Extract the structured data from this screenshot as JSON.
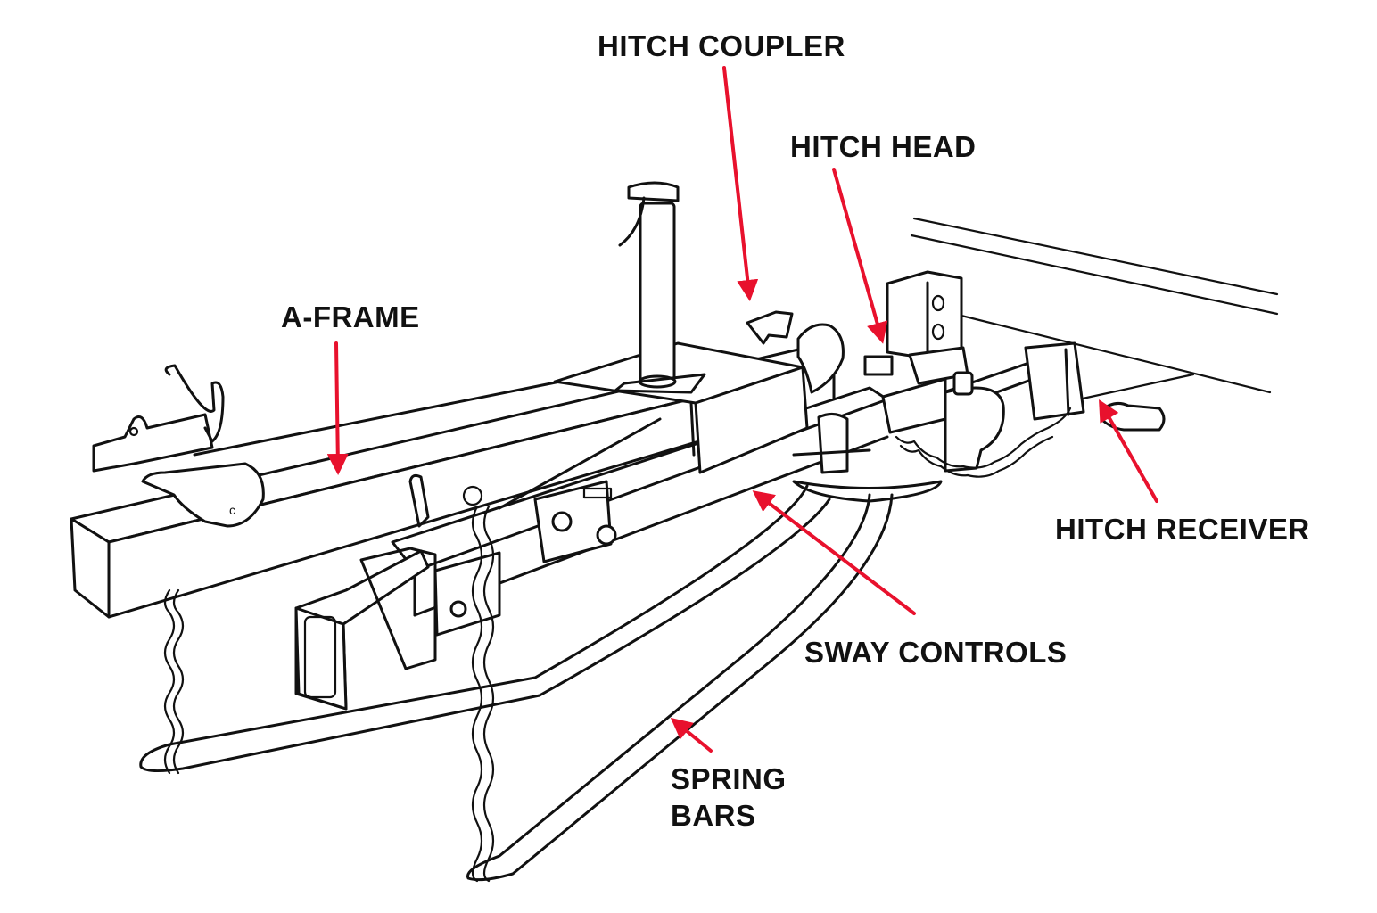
{
  "diagram": {
    "subject": "Weight distribution trailer hitch",
    "label_color": "#111111",
    "arrow_color": "#e8112d",
    "line_color": "#111111",
    "background": "#ffffff"
  },
  "labels": {
    "hitch_coupler": "HITCH COUPLER",
    "hitch_head": "HITCH HEAD",
    "a_frame": "A-FRAME",
    "hitch_receiver": "HITCH RECEIVER",
    "sway_controls": "SWAY CONTROLS",
    "spring_bars_line1": "SPRING",
    "spring_bars_line2": "BARS"
  }
}
